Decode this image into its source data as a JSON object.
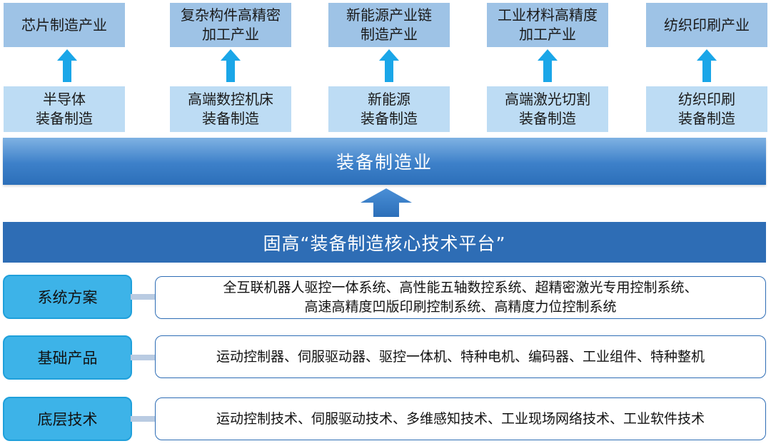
{
  "industries": [
    "芯片制造产业",
    "复杂构件高精密\n加工产业",
    "新能源产业链\n制造产业",
    "工业材料高精度\n加工产业",
    "纺织印刷产业"
  ],
  "equipment": [
    "半导体\n装备制造",
    "高端数控机床\n装备制造",
    "新能源\n装备制造",
    "高端激光切割\n装备制造",
    "纺织印刷\n装备制造"
  ],
  "equipment_industry": "装备制造业",
  "platform": "固高“装备制造核心技术平台”",
  "layers": [
    {
      "label": "系统方案",
      "content": "全互联机器人驱控一体系统、高性能五轴数控系统、超精密激光专用控制系统、\n高速高精度凹版印刷控制系统、高精度力位控制系统"
    },
    {
      "label": "基础产品",
      "content": "运动控制器、伺服驱动器、驱控一体机、特种电机、编码器、工业组件、特种整机"
    },
    {
      "label": "底层技术",
      "content": "运动控制技术、伺服驱动技术、多维感知技术、工业现场网络技术、工业软件技术"
    }
  ],
  "colors": {
    "industry_box": "#9ec3e6",
    "equipment_box": "#bddcf4",
    "arrow": "#1aa6e8",
    "band": "#3d80c9",
    "platform": "#2e6db5",
    "pill": "#3db3e8"
  }
}
